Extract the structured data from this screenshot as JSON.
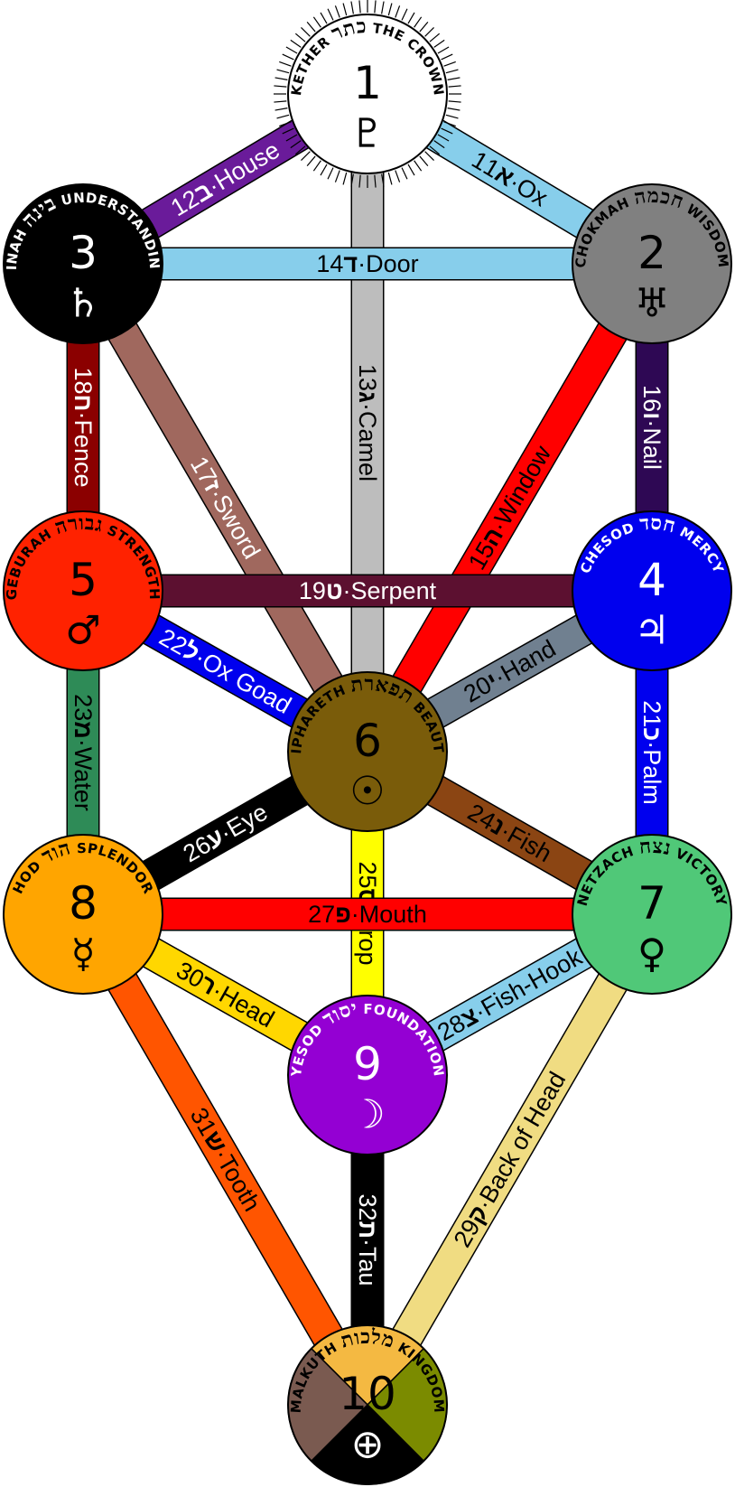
{
  "paths": [
    {
      "id": "p11",
      "from": 1,
      "to": 2,
      "num": "11",
      "letter": "א",
      "name": "Ox",
      "color": "#87CEEB",
      "text": "#000000"
    },
    {
      "id": "p12",
      "from": 1,
      "to": 3,
      "num": "12",
      "letter": "ב",
      "name": "House",
      "color": "#6A1B9A",
      "text": "#ffffff"
    },
    {
      "id": "p13",
      "from": 1,
      "to": 6,
      "num": "13",
      "letter": "ג",
      "name": "Camel",
      "color": "#BDBDBD",
      "text": "#000000"
    },
    {
      "id": "p14",
      "from": 2,
      "to": 3,
      "num": "14",
      "letter": "ד",
      "name": "Door",
      "color": "#87CEEB",
      "text": "#000000"
    },
    {
      "id": "p15",
      "from": 2,
      "to": 6,
      "num": "15",
      "letter": "ה",
      "name": "Window",
      "color": "#FF0000",
      "text": "#000000"
    },
    {
      "id": "p16",
      "from": 2,
      "to": 4,
      "num": "16",
      "letter": "ו",
      "name": "Nail",
      "color": "#2E0854",
      "text": "#ffffff"
    },
    {
      "id": "p17",
      "from": 3,
      "to": 6,
      "num": "17",
      "letter": "ז",
      "name": "Sword",
      "color": "#A0685E",
      "text": "#ffffff"
    },
    {
      "id": "p18",
      "from": 3,
      "to": 5,
      "num": "18",
      "letter": "ח",
      "name": "Fence",
      "color": "#8B0000",
      "text": "#ffffff"
    },
    {
      "id": "p19",
      "from": 4,
      "to": 5,
      "num": "19",
      "letter": "ט",
      "name": "Serpent",
      "color": "#5C1030",
      "text": "#ffffff"
    },
    {
      "id": "p20",
      "from": 4,
      "to": 6,
      "num": "20",
      "letter": "י",
      "name": "Hand",
      "color": "#708090",
      "text": "#000000"
    },
    {
      "id": "p21",
      "from": 4,
      "to": 7,
      "num": "21",
      "letter": "כ",
      "name": "Palm",
      "color": "#0000EE",
      "text": "#ffffff"
    },
    {
      "id": "p22",
      "from": 5,
      "to": 6,
      "num": "22",
      "letter": "ל",
      "name": "Ox Goad",
      "color": "#0000EE",
      "text": "#ffffff"
    },
    {
      "id": "p23",
      "from": 5,
      "to": 8,
      "num": "23",
      "letter": "מ",
      "name": "Water",
      "color": "#2E8B57",
      "text": "#000000"
    },
    {
      "id": "p24",
      "from": 6,
      "to": 7,
      "num": "24",
      "letter": "נ",
      "name": "Fish",
      "color": "#8B4513",
      "text": "#000000"
    },
    {
      "id": "p25",
      "from": 6,
      "to": 9,
      "num": "25",
      "letter": "ס",
      "name": "Prop",
      "color": "#FFFF00",
      "text": "#000000"
    },
    {
      "id": "p26",
      "from": 6,
      "to": 8,
      "num": "26",
      "letter": "ע",
      "name": "Eye",
      "color": "#000000",
      "text": "#ffffff"
    },
    {
      "id": "p27",
      "from": 7,
      "to": 8,
      "num": "27",
      "letter": "פ",
      "name": "Mouth",
      "color": "#FF0000",
      "text": "#000000"
    },
    {
      "id": "p28",
      "from": 7,
      "to": 9,
      "num": "28",
      "letter": "צ",
      "name": "Fish-Hook",
      "color": "#87CEEB",
      "text": "#000000"
    },
    {
      "id": "p29",
      "from": 7,
      "to": 10,
      "num": "29",
      "letter": "ק",
      "name": "Back of Head",
      "color": "#F0DC82",
      "text": "#000000"
    },
    {
      "id": "p30",
      "from": 8,
      "to": 9,
      "num": "30",
      "letter": "ר",
      "name": "Head",
      "color": "#FFD700",
      "text": "#000000"
    },
    {
      "id": "p31",
      "from": 8,
      "to": 10,
      "num": "31",
      "letter": "ש",
      "name": "Tooth",
      "color": "#FF5500",
      "text": "#000000"
    },
    {
      "id": "p32",
      "from": 9,
      "to": 10,
      "num": "32",
      "letter": "ת",
      "name": "Tau",
      "color": "#000000",
      "text": "#ffffff"
    }
  ],
  "sephiroth": [
    {
      "n": 1,
      "number": "1",
      "left": "KETHER",
      "right": "THE CROWN",
      "hebrew": "כתר",
      "symbol": "♇",
      "fill": "#ffffff",
      "text": "#000000"
    },
    {
      "n": 2,
      "number": "2",
      "left": "CHOKMAH",
      "right": "WISDOM",
      "hebrew": "חכמה",
      "symbol": "♅",
      "fill": "#808080",
      "text": "#000000"
    },
    {
      "n": 3,
      "number": "3",
      "left": "BINAH",
      "right": "UNDERSTANDING",
      "hebrew": "בינה",
      "symbol": "♄",
      "fill": "#000000",
      "text": "#ffffff"
    },
    {
      "n": 4,
      "number": "4",
      "left": "CHESOD",
      "right": "MERCY",
      "hebrew": "חסד",
      "symbol": "♃",
      "fill": "#0000EE",
      "text": "#ffffff"
    },
    {
      "n": 5,
      "number": "5",
      "left": "GEBURAH",
      "right": "STRENGTH",
      "hebrew": "גבורה",
      "symbol": "♂",
      "fill": "#FF2200",
      "text": "#000000"
    },
    {
      "n": 6,
      "number": "6",
      "left": "TIPHARETH",
      "right": "BEAUTY",
      "hebrew": "תפארת",
      "symbol": "☉",
      "fill": "#7A5C0A",
      "text": "#000000"
    },
    {
      "n": 7,
      "number": "7",
      "left": "NETZACH",
      "right": "VICTORY",
      "hebrew": "נצח",
      "symbol": "♀",
      "fill": "#50C878",
      "text": "#000000"
    },
    {
      "n": 8,
      "number": "8",
      "left": "HOD",
      "right": "SPLENDOR",
      "hebrew": "הוד",
      "symbol": "☿",
      "fill": "#FFA500",
      "text": "#000000"
    },
    {
      "n": 9,
      "number": "9",
      "left": "YESOD",
      "right": "FOUNDATION",
      "hebrew": "יסוד",
      "symbol": "☽",
      "fill": "#9400D3",
      "text": "#ffffff"
    },
    {
      "n": 10,
      "number": "10",
      "left": "MALKUTH",
      "right": "KINGDOM",
      "hebrew": "מלכות",
      "symbol": "⊕",
      "fill": "#000000",
      "text": "#000000",
      "quarters": [
        "#F4B942",
        "#7B8B00",
        "#000000",
        "#7A5A50"
      ]
    }
  ]
}
